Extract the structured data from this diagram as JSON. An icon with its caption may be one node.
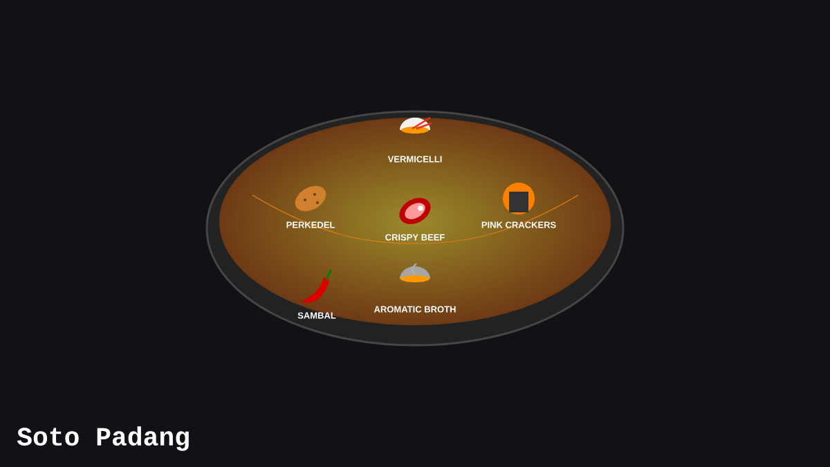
{
  "diagram": {
    "title": "Soto Padang",
    "nodes": [
      {
        "text": [],
        "shape": "ellipse"
      },
      {
        "text": [
          "VERMICELLI"
        ],
        "in": 0
      },
      {
        "text": [
          "PERKEDEL"
        ],
        "in": 0
      },
      {
        "text": [
          "CRISPY BEEF"
        ],
        "in": 0
      },
      {
        "text": [
          "PINK CRACKERS"
        ],
        "in": 0
      },
      {
        "text": [
          "SAMBAL"
        ],
        "in": 0
      },
      {
        "text": [
          "AROMATIC BROTH"
        ],
        "in": 0
      }
    ]
  }
}
